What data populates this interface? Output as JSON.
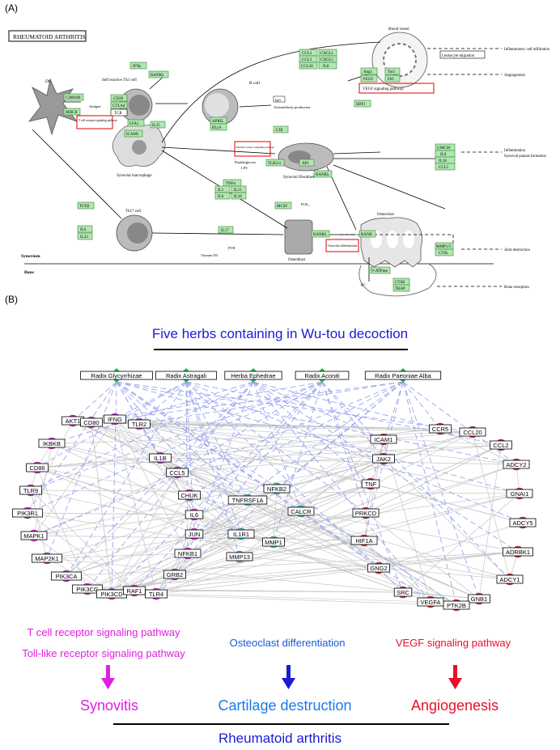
{
  "panel_a": {
    "label": "(A)",
    "title": "RHEUMATOID ARTHRITIS",
    "cells": {
      "dc": "DC",
      "th1": "Self reactive Th1 cell",
      "macrophage": "Synovial macrophage",
      "bcell": "B cell",
      "fibroblast": "Synovial fibroblast",
      "th17": "Th17 cell",
      "osteoblast": "Osteoblast",
      "osteoclast": "Osteoclast",
      "vessel": "Blood vessel"
    },
    "genes": {
      "cd80": "CD80/86",
      "mhc": "MHCII",
      "cd28": "CD28",
      "ctla4": "CTLA4",
      "tcr": "TCR",
      "ifng": "IFNγ",
      "rankl1": "RANKL",
      "lfa1": "LFA1",
      "icam1": "ICAM1",
      "il15": "IL15",
      "april": "APRIL",
      "blys": "BLyS",
      "ltb": "LTβ",
      "tlr24": "TLR2/4",
      "ap1": "AP1",
      "rankl2": "RANKL",
      "tnfa": "TNFα",
      "il1": "IL1",
      "il11": "IL11",
      "il6": "IL6",
      "il18": "IL18",
      "tgfb": "TGFβ",
      "il6b": "IL6",
      "il23": "IL23",
      "il17": "IL17",
      "mcsf": "MCSF",
      "rankl3": "RANKL",
      "rank": "RANK",
      "ccl2": "CCL2",
      "cxcl1": "CXCL1",
      "ccl3": "CCL3",
      "cxcl5": "CXCL5",
      "ccl20": "CCL20",
      "il8": "IL8",
      "ang1": "Ang1",
      "tie2": "Tie2",
      "vegf": "VEGF",
      "flt1": "Flt1",
      "sdf1": "SDF1",
      "gmcsf": "GMCSF",
      "il6c": "IL6",
      "il18b": "IL18",
      "ccl5": "CCL5",
      "mmp1": "MMP1/3",
      "ctsl": "CTSL",
      "vatp": "V-ATPase",
      "ctsk": "CTSK",
      "trap": "TRAP"
    },
    "small_labels": {
      "antigen": "Antigen",
      "igg": "IgG",
      "autoab": "Autoantibody production",
      "peptido": "Peptidoglycan",
      "lps": "LPS",
      "pge2": "PGE₂",
      "vitd3": "Vitamin D3",
      "pth": "PTH",
      "hplus": "H⁺",
      "synovium": "Synovium",
      "bone": "Bone",
      "leuko": "Leukocyte migration"
    },
    "pathways": {
      "tcell": "T cell receptor signaling pathway",
      "toll": "Toll-like receptor signaling pathway",
      "vegf": "VEGF signaling pathway",
      "osteo": "Osteoclast differentiation"
    },
    "outcomes": {
      "inflam_infil": "Inflammatory cell infiltration",
      "angio": "Angiogenesis",
      "inflam": "Inflammation",
      "pannus": "Synovial pannus formation",
      "joint": "Joint destruction",
      "bone_res": "Bone resorption"
    }
  },
  "panel_b": {
    "label": "(B)",
    "heading": "Five herbs containing in Wu-tou decoction",
    "herbs": [
      "Radix Glycyrrhizae",
      "Radix Astragali",
      "Herba Ephedrae",
      "Radix Aconiti",
      "Radix Paeoniae Alba"
    ],
    "targets_magenta": [
      "AKT1",
      "CD80",
      "IFNG",
      "TLR2",
      "IKBKB",
      "IL1B",
      "CCL5",
      "CD86",
      "CHUK",
      "TLR9",
      "IL6",
      "PIK3R1",
      "JUN",
      "MAPK1",
      "NFKB1",
      "MAP2K1",
      "GRB2",
      "PIK3CA",
      "TLR4",
      "PIK3CG",
      "PIK3CD",
      "RAF1"
    ],
    "targets_cyan": [
      "TNFRSF1A",
      "NFKB2",
      "CALCR",
      "IL1R1",
      "MMP1",
      "MMP13"
    ],
    "targets_red": [
      "CCR5",
      "ICAM1",
      "CCL20",
      "JAK2",
      "CCL2",
      "ADCY2",
      "TNF",
      "GNAI1",
      "PRKCD",
      "ADCY5",
      "HIF1A",
      "ADRBK1",
      "GNG2",
      "ADCY1",
      "SRC",
      "GNB1",
      "VEGFA",
      "PTK2B"
    ],
    "pathway_labels": {
      "tcell": "T cell receptor signaling pathway",
      "toll": "Toll-like receptor signaling pathway",
      "osteo": "Osteoclast differentiation",
      "vegf": "VEGF signaling pathway"
    },
    "outcomes": {
      "synovitis": "Synovitis",
      "cartilage": "Cartilage destruction",
      "angio": "Angiogenesis"
    },
    "disease": "Rheumatoid arthritis",
    "colors": {
      "magenta": "#e020e0",
      "cyan": "#20c8e0",
      "red": "#e02020",
      "herb_green": "#22b84a",
      "blue_title": "#1a1ad8",
      "osteo_blue": "#1a5ad8",
      "disease_blue": "#1a1ad8"
    }
  }
}
